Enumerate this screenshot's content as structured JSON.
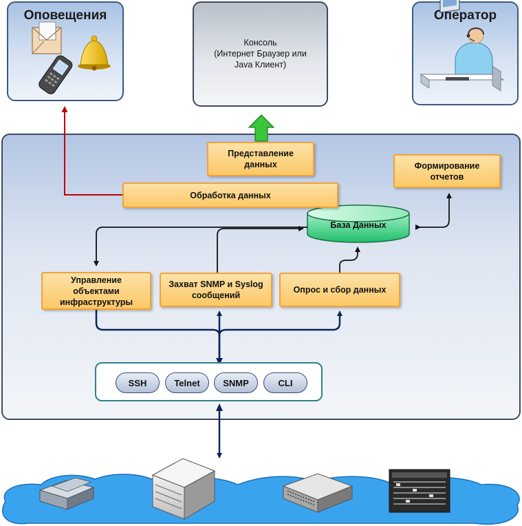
{
  "notifications": {
    "title": "Оповещения"
  },
  "console": {
    "label": "Консоль\n(Интернет Браузер или\nJava Клиент)"
  },
  "operator": {
    "title": "Оператор"
  },
  "boxes": {
    "presentation": "Представление\nданных",
    "processing": "Обработка данных",
    "reports": "Формирование\nотчетов",
    "database": "База Данных",
    "infra": "Управление\nобъектами\nинфраструктуры",
    "capture": "Захват SNMP и Syslog\nсообщений",
    "polling": "Опрос и сбор данных"
  },
  "protocols": [
    "SSH",
    "Telnet",
    "SNMP",
    "CLI"
  ],
  "colors": {
    "panel_border": "#3b5a80",
    "box_fill": "#fbc867",
    "box_border": "#f2a13a",
    "db_fill": "#2fcf7a",
    "arrow_dark": "#0d2458",
    "arrow_red": "#c00000",
    "arrow_green": "#3cc43c",
    "cloud": "#2f9bea"
  },
  "icons": [
    "envelope-icon",
    "bell-icon",
    "mobile-phone-icon",
    "operator-icon",
    "rack-server-icon",
    "switch-icon",
    "chassis-icon"
  ]
}
